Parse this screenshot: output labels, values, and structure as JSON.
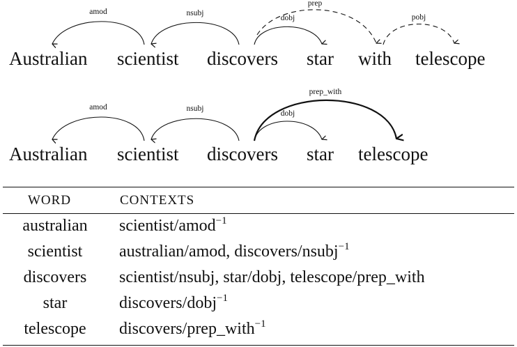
{
  "diagram_top": {
    "words": [
      "Australian",
      "scientist",
      "discovers",
      "star",
      "with",
      "telescope"
    ],
    "arcs": [
      {
        "label": "amod",
        "from": "scientist",
        "to": "Australian",
        "style": "solid"
      },
      {
        "label": "nsubj",
        "from": "discovers",
        "to": "scientist",
        "style": "solid"
      },
      {
        "label": "dobj",
        "from": "discovers",
        "to": "star",
        "style": "solid"
      },
      {
        "label": "prep",
        "from": "discovers",
        "to": "with",
        "style": "dashed"
      },
      {
        "label": "pobj",
        "from": "with",
        "to": "telescope",
        "style": "dashed"
      }
    ]
  },
  "diagram_bottom": {
    "words": [
      "Australian",
      "scientist",
      "discovers",
      "star",
      "telescope"
    ],
    "arcs": [
      {
        "label": "amod",
        "from": "scientist",
        "to": "Australian",
        "style": "solid"
      },
      {
        "label": "nsubj",
        "from": "discovers",
        "to": "scientist",
        "style": "solid"
      },
      {
        "label": "dobj",
        "from": "discovers",
        "to": "star",
        "style": "solid"
      },
      {
        "label": "prep_with",
        "from": "discovers",
        "to": "telescope",
        "style": "bold"
      }
    ]
  },
  "table": {
    "headers": {
      "word": "WORD",
      "contexts": "CONTEXTS"
    },
    "rows": [
      {
        "word": "australian",
        "contexts": "scientist/amod",
        "sup": "−1"
      },
      {
        "word": "scientist",
        "contexts": "australian/amod, discovers/nsubj",
        "sup": "−1"
      },
      {
        "word": "discovers",
        "contexts": "scientist/nsubj, star/dobj, telescope/prep_with",
        "sup": ""
      },
      {
        "word": "star",
        "contexts": "discovers/dobj",
        "sup": "−1"
      },
      {
        "word": "telescope",
        "contexts": "discovers/prep_with",
        "sup": "−1"
      }
    ]
  }
}
